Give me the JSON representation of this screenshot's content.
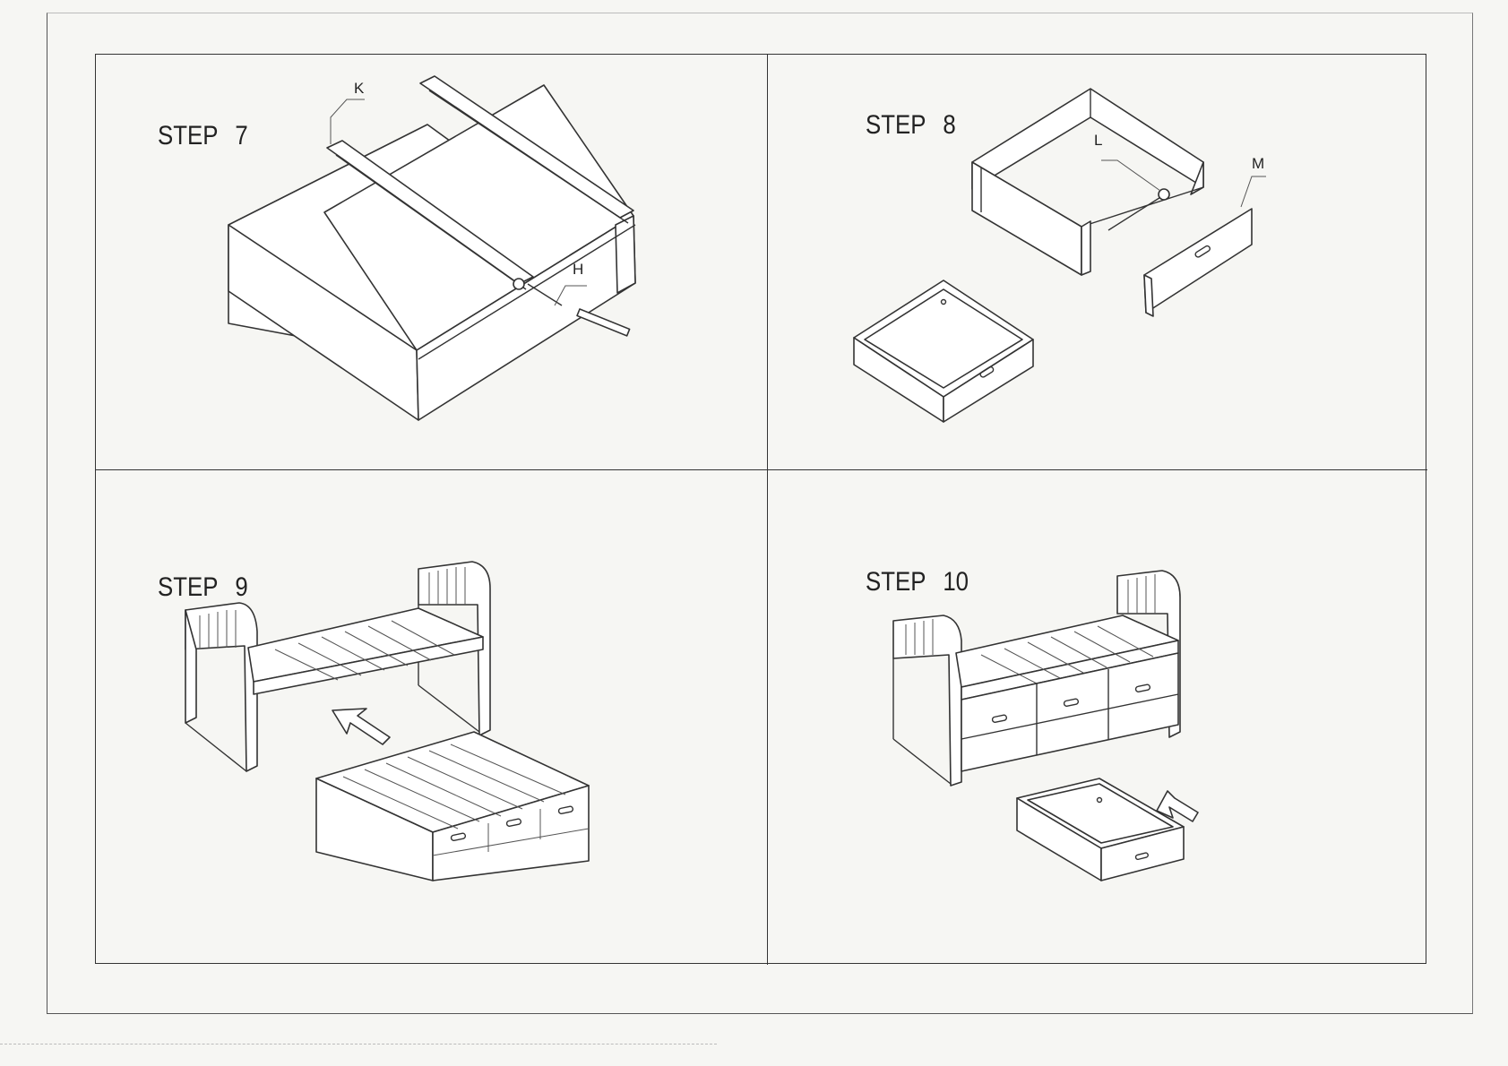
{
  "panels": [
    {
      "id": "step7",
      "step_word": "STEP",
      "step_number": "7",
      "callouts": [
        "K",
        "H"
      ]
    },
    {
      "id": "step8",
      "step_word": "STEP",
      "step_number": "8",
      "callouts": [
        "L",
        "M"
      ]
    },
    {
      "id": "step9",
      "step_word": "STEP",
      "step_number": "9",
      "callouts": []
    },
    {
      "id": "step10",
      "step_word": "STEP",
      "step_number": "10",
      "callouts": []
    }
  ],
  "colors": {
    "line": "#333333",
    "paper": "#f6f6f3"
  }
}
